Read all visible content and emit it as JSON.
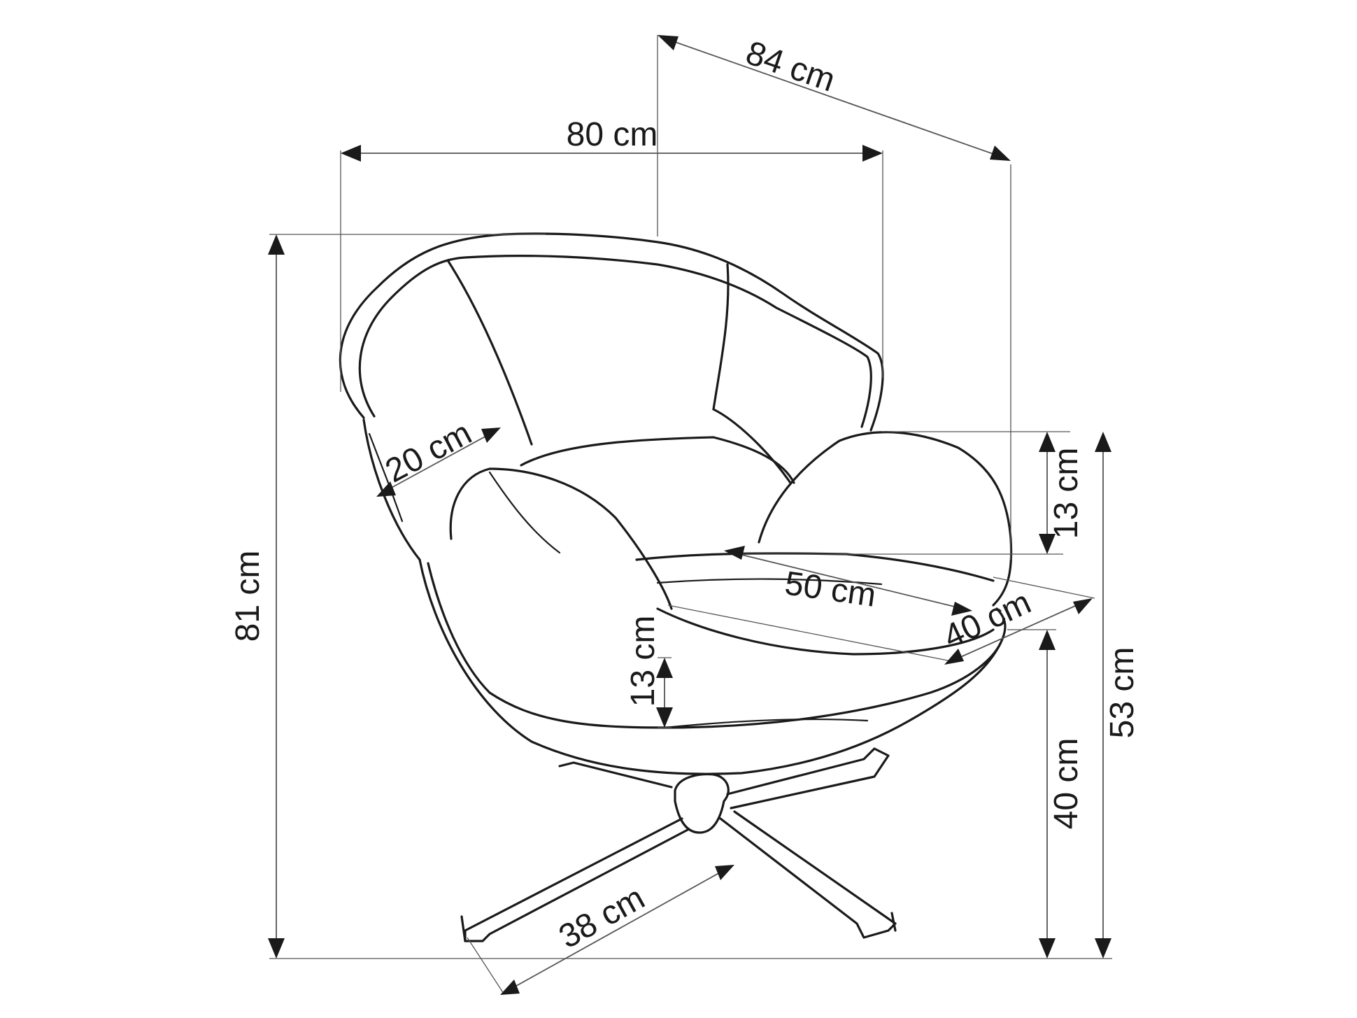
{
  "dimensions": {
    "depth": "84 cm",
    "width": "80 cm",
    "height": "81 cm",
    "armrest_width": "20 cm",
    "back_cushion_height": "13 cm",
    "seat_depth": "50 cm",
    "seat_width": "40 cm",
    "seat_cushion_thickness": "13 cm",
    "seat_height": "40 cm",
    "armrest_height": "53 cm",
    "base_leg": "38 cm"
  },
  "colors": {
    "line": "#1a1a1a",
    "dimension": "#555555",
    "background": "#ffffff"
  }
}
